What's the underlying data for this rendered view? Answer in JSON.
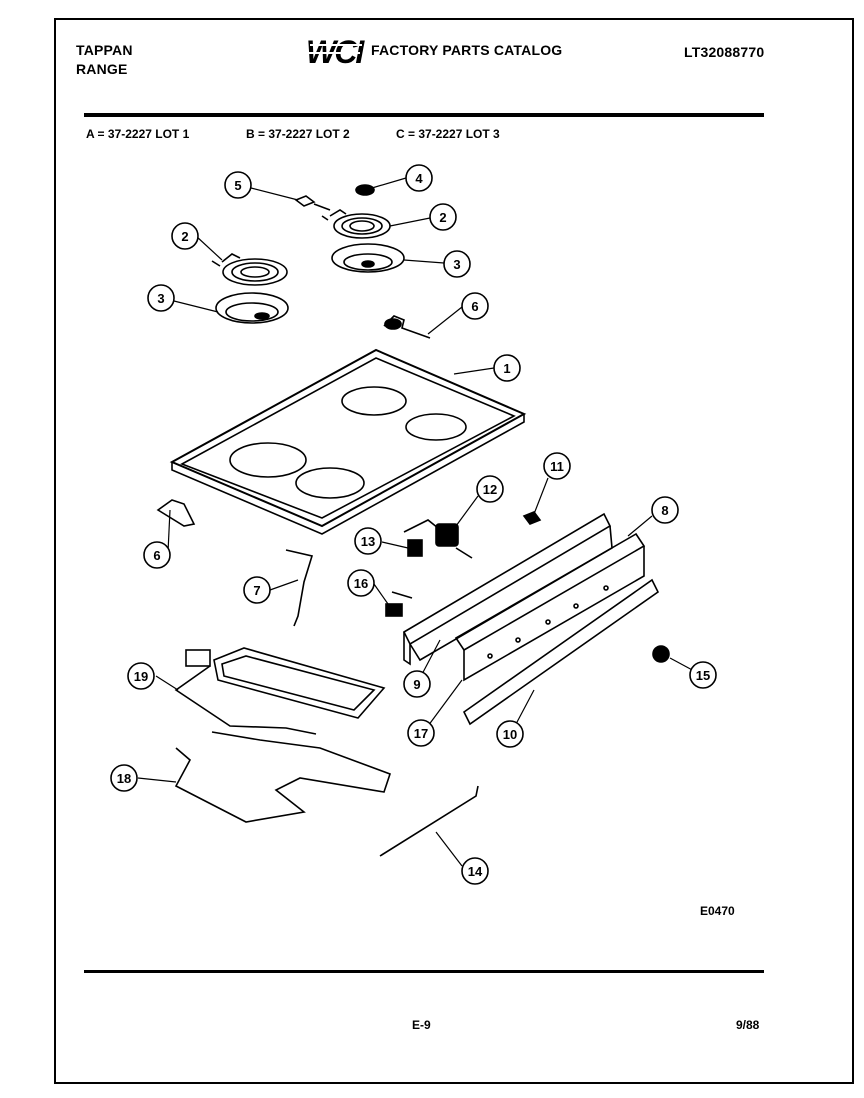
{
  "header": {
    "brand_line1": "TAPPAN",
    "brand_line2": "RANGE",
    "logo_text": "WCI",
    "catalog_title": "FACTORY PARTS CATALOG",
    "model_number": "LT32088770"
  },
  "lots": [
    {
      "text": "A = 37-2227 LOT 1"
    },
    {
      "text": "B = 37-2227 LOT 2"
    },
    {
      "text": "C = 37-2227 LOT 3"
    }
  ],
  "callouts": [
    "1",
    "2",
    "2",
    "3",
    "3",
    "4",
    "5",
    "6",
    "6",
    "7",
    "8",
    "9",
    "10",
    "11",
    "12",
    "13",
    "14",
    "15",
    "16",
    "17",
    "18",
    "19"
  ],
  "figure_code": "E0470",
  "footer": {
    "page": "E-9",
    "date": "9/88"
  }
}
